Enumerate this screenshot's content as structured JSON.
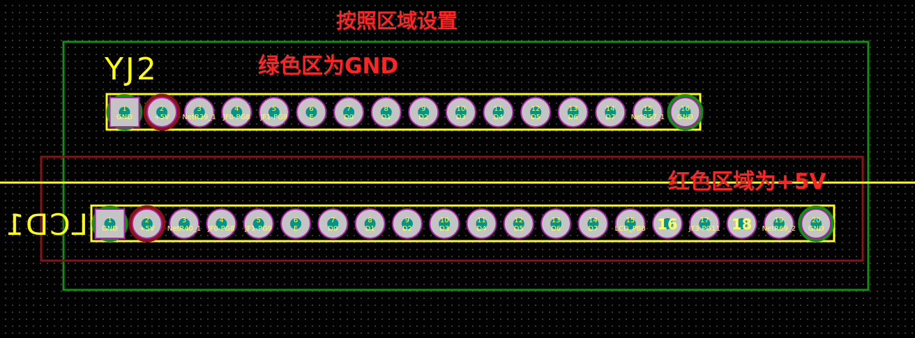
{
  "annotations": {
    "title": "按照区域设置",
    "gnd_zone": "绿色区为GND",
    "power_zone": "红色区域为+5V"
  },
  "components": {
    "yj2": {
      "designator": "YJ2",
      "pins": [
        {
          "num": "1",
          "net": "GND"
        },
        {
          "num": "2",
          "net": "+5V"
        },
        {
          "num": "3",
          "net": "NetR39_1"
        },
        {
          "num": "4",
          "net": "JF0-PG8"
        },
        {
          "num": "5",
          "net": "JF1-PG9"
        },
        {
          "num": "6",
          "net": "E"
        },
        {
          "num": "7",
          "net": "D0"
        },
        {
          "num": "8",
          "net": "D1"
        },
        {
          "num": "9",
          "net": "D2"
        },
        {
          "num": "10",
          "net": "D3"
        },
        {
          "num": "11",
          "net": "D4"
        },
        {
          "num": "12",
          "net": "D5"
        },
        {
          "num": "13",
          "net": "D6"
        },
        {
          "num": "14",
          "net": "D7"
        },
        {
          "num": "15",
          "net": "NetR57_1"
        },
        {
          "num": "16",
          "net": "GND"
        }
      ]
    },
    "lcd1": {
      "designator": "LCD1",
      "pins": [
        {
          "num": "1",
          "net": "GND"
        },
        {
          "num": "2",
          "net": "+5V"
        },
        {
          "num": "3",
          "net": "NetR40_1"
        },
        {
          "num": "4",
          "net": "JF0-PG8"
        },
        {
          "num": "5",
          "net": "JF1-PG9"
        },
        {
          "num": "6",
          "net": "E"
        },
        {
          "num": "7",
          "net": "D0"
        },
        {
          "num": "8",
          "net": "D1"
        },
        {
          "num": "9",
          "net": "D2"
        },
        {
          "num": "10",
          "net": "D3"
        },
        {
          "num": "11",
          "net": "D4"
        },
        {
          "num": "12",
          "net": "D5"
        },
        {
          "num": "13",
          "net": "D6"
        },
        {
          "num": "14",
          "net": "D7"
        },
        {
          "num": "15",
          "net": "LCD_PB8"
        },
        {
          "num": "16",
          "net": ""
        },
        {
          "num": "17",
          "net": "JF3-PG11"
        },
        {
          "num": "18",
          "net": ""
        },
        {
          "num": "19",
          "net": "NetR69_2"
        },
        {
          "num": "20",
          "net": "GND"
        }
      ]
    }
  },
  "colors": {
    "board_bg": "#000000",
    "grid_dot": "#4a4a4a",
    "gnd_zone": "#109010",
    "power_zone": "#8a1212",
    "overlay": "#ffff00",
    "annotation": "#ff2424",
    "pad_fill": "#c4c4c4",
    "pad_ring": "#b020b0",
    "via_hole": "#00948c",
    "pin_text": "#ffff66"
  }
}
